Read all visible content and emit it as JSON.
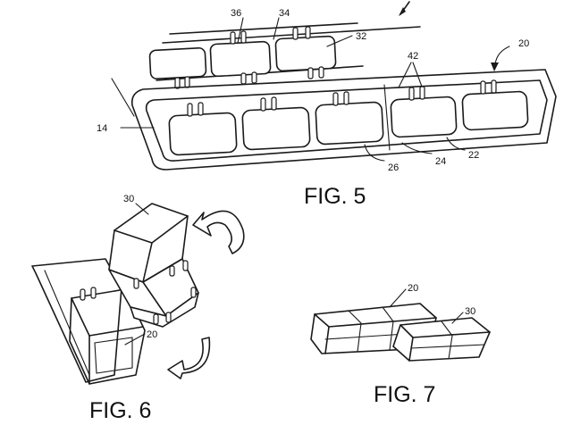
{
  "figures": {
    "fig5": {
      "caption": "FIG. 5",
      "refs": {
        "r36": "36",
        "r34": "34",
        "r32": "32",
        "r20": "20",
        "r42": "42",
        "r14": "14",
        "r26": "26",
        "r24": "24",
        "r22": "22"
      }
    },
    "fig6": {
      "caption": "FIG. 6",
      "refs": {
        "r30": "30",
        "r20": "20"
      }
    },
    "fig7": {
      "caption": "FIG. 7",
      "refs": {
        "r20": "20",
        "r30": "30"
      }
    }
  },
  "line_color": "#1a1a1a",
  "background": "#ffffff"
}
